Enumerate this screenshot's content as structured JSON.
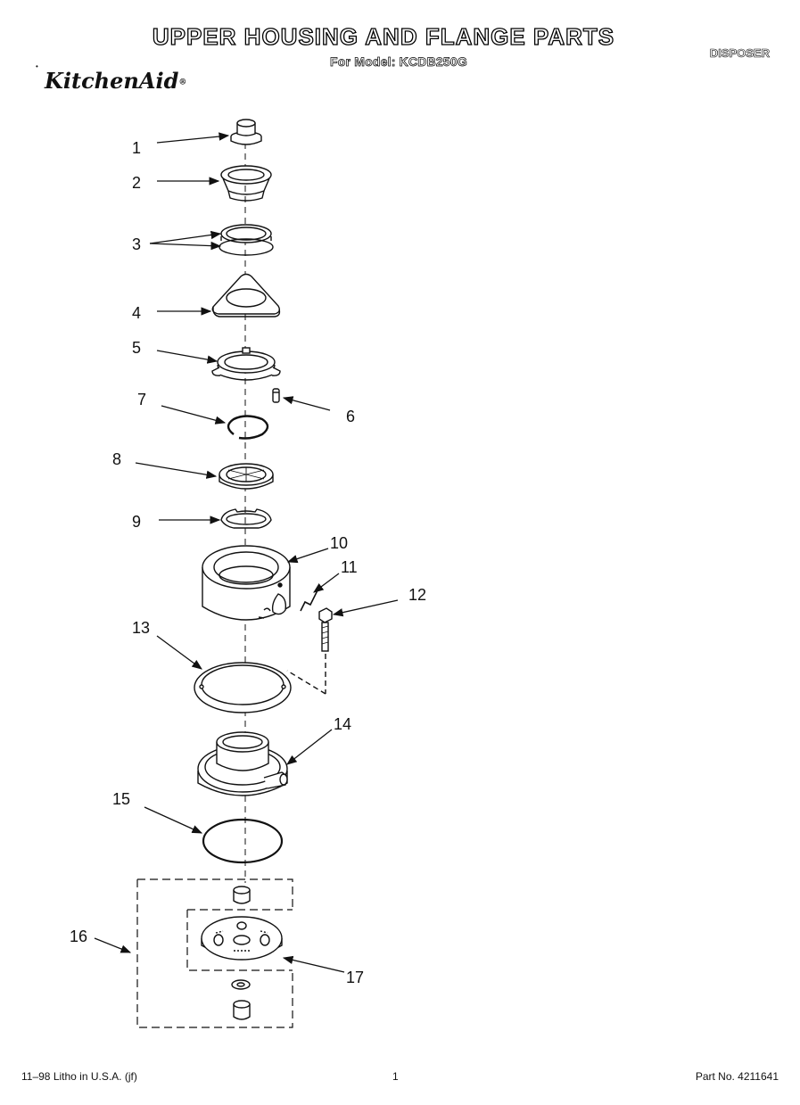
{
  "header": {
    "title": "UPPER HOUSING AND FLANGE PARTS",
    "subtitle": "For Model: KCDB250G",
    "category": "DISPOSER",
    "brand": "KitchenAid"
  },
  "callouts": [
    {
      "id": "1",
      "label": "1",
      "part": "stopper"
    },
    {
      "id": "2",
      "label": "2",
      "part": "sink flange"
    },
    {
      "id": "3",
      "label": "3",
      "part": "gaskets"
    },
    {
      "id": "4",
      "label": "4",
      "part": "backup flange"
    },
    {
      "id": "5",
      "label": "5",
      "part": "mounting ring"
    },
    {
      "id": "6",
      "label": "6",
      "part": "screw"
    },
    {
      "id": "7",
      "label": "7",
      "part": "snap ring"
    },
    {
      "id": "8",
      "label": "8",
      "part": "splash baffle"
    },
    {
      "id": "9",
      "label": "9",
      "part": "mounting ring"
    },
    {
      "id": "10",
      "label": "10",
      "part": "upper housing"
    },
    {
      "id": "11",
      "label": "11",
      "part": "clip"
    },
    {
      "id": "12",
      "label": "12",
      "part": "bolt"
    },
    {
      "id": "13",
      "label": "13",
      "part": "gasket"
    },
    {
      "id": "14",
      "label": "14",
      "part": "lower housing"
    },
    {
      "id": "15",
      "label": "15",
      "part": "o-ring"
    },
    {
      "id": "16",
      "label": "16",
      "part": "grinding assembly"
    },
    {
      "id": "17",
      "label": "17",
      "part": "turntable"
    }
  ],
  "footer": {
    "left": "11–98 Litho in U.S.A. (jf)",
    "page": "1",
    "part_no": "Part No. 4211641"
  }
}
